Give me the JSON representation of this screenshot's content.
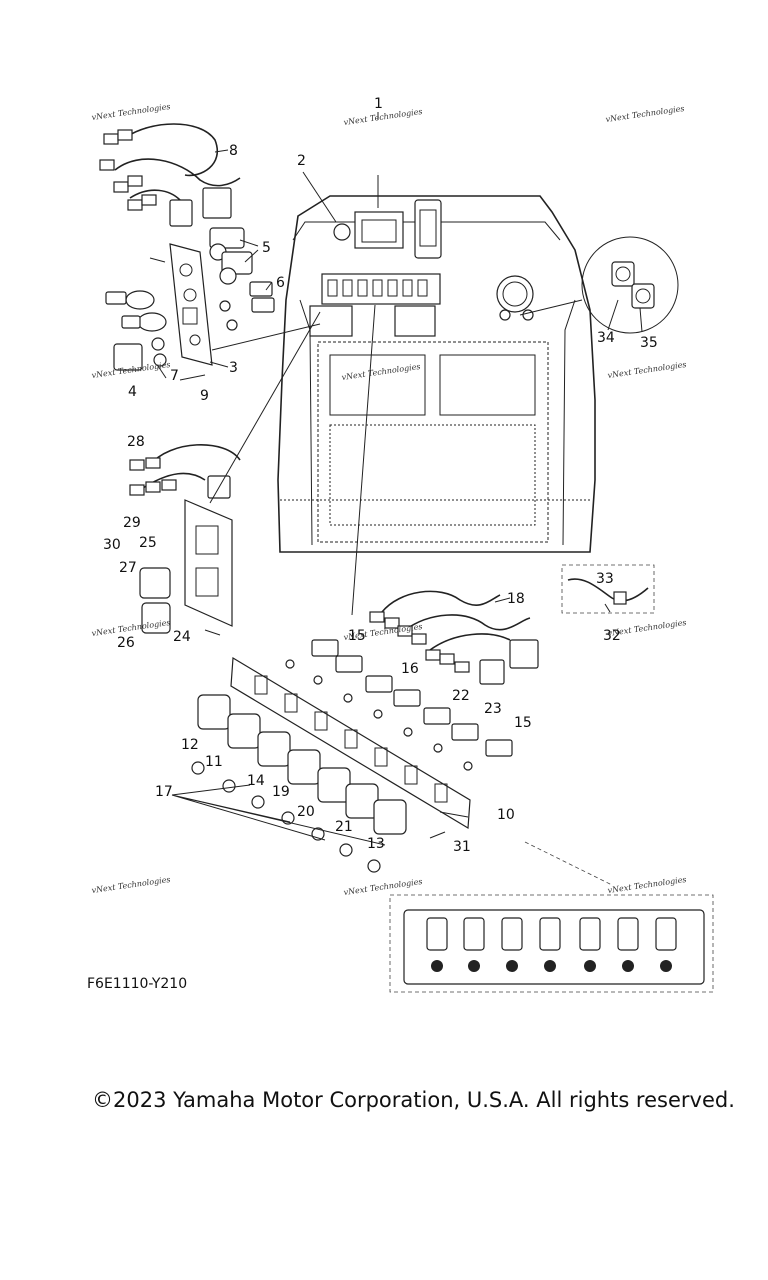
{
  "diagram": {
    "code": "F6E1110-Y210",
    "callouts": [
      "1",
      "2",
      "3",
      "4",
      "5",
      "6",
      "7",
      "8",
      "9",
      "10",
      "11",
      "12",
      "13",
      "14",
      "15",
      "15",
      "16",
      "17",
      "18",
      "19",
      "20",
      "21",
      "22",
      "23",
      "24",
      "25",
      "26",
      "27",
      "28",
      "29",
      "30",
      "31",
      "32",
      "33",
      "34",
      "35"
    ],
    "watermark": "vNext Technologies"
  },
  "copyright": "©2023 Yamaha Motor Corporation, U.S.A. All rights reserved."
}
